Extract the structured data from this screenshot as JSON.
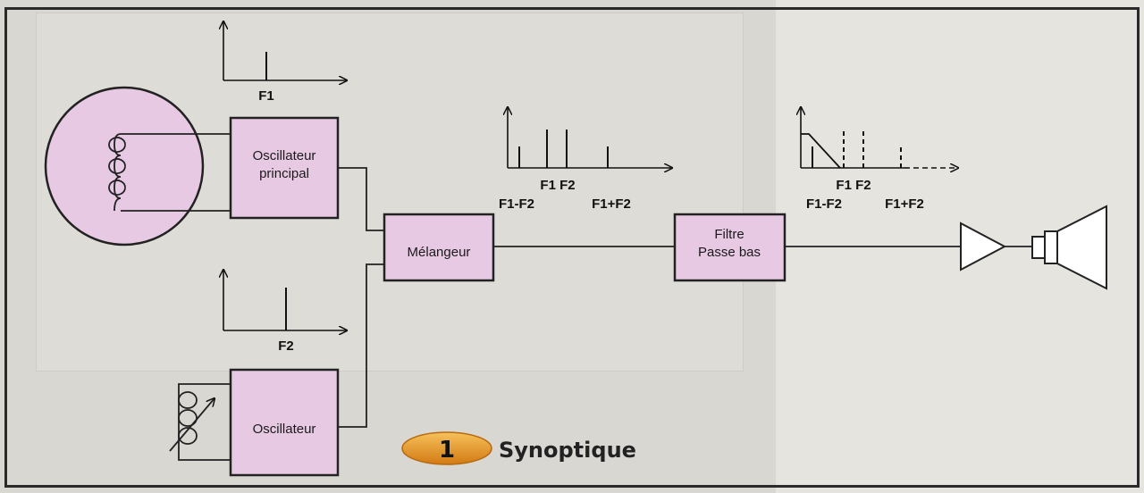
{
  "diagram": {
    "blocks": {
      "main_oscillator": "Oscillateur\nprincipal",
      "oscillator": "Oscillateur",
      "mixer": "Mélangeur",
      "filter": "Filtre\nPasse bas"
    },
    "spectra": {
      "f1_label": "F1",
      "f2_label": "F2",
      "mixer_out_center": "F1 F2",
      "mixer_out_low": "F1-F2",
      "mixer_out_high": "F1+F2",
      "filter_out_center": "F1 F2",
      "filter_out_low": "F1-F2",
      "filter_out_high": "F1+F2"
    },
    "title": {
      "number": "1",
      "text": "Synoptique"
    }
  },
  "colors": {
    "block_fill": "#e8c9e3",
    "block_stroke": "#2b2b2b",
    "badge": "#e89a2c"
  }
}
